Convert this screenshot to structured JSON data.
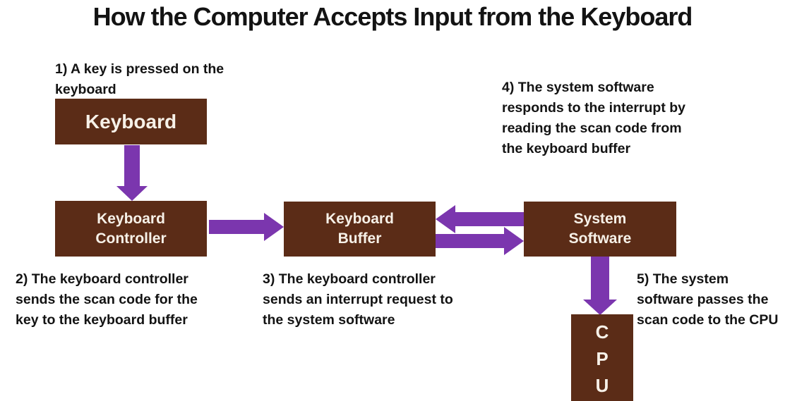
{
  "title": "How the Computer Accepts Input from the Keyboard",
  "colors": {
    "background": "#ffffff",
    "text": "#131313",
    "box_fill": "#5b2c17",
    "box_text": "#f7f1e8",
    "arrow_fill": "#7b36ae"
  },
  "boxes": {
    "keyboard": {
      "label": "Keyboard"
    },
    "keyboard_controller": {
      "lines": [
        "Keyboard",
        "Controller"
      ]
    },
    "keyboard_buffer": {
      "lines": [
        "Keyboard",
        "Buffer"
      ]
    },
    "system_software": {
      "lines": [
        "System",
        "Software"
      ]
    },
    "cpu": {
      "letters": [
        "C",
        "P",
        "U"
      ]
    }
  },
  "annotations": {
    "step1": {
      "lines": [
        "1) A key is pressed on the",
        "keyboard"
      ]
    },
    "step2": {
      "lines": [
        "2) The keyboard controller",
        "sends the scan code for the",
        "key to the keyboard buffer"
      ]
    },
    "step3": {
      "lines": [
        "3) The keyboard controller",
        "sends an interrupt request to",
        "the system software"
      ]
    },
    "step4": {
      "lines": [
        "4) The system software",
        "responds to the interrupt by",
        "reading the scan code from",
        "the keyboard buffer"
      ]
    },
    "step5": {
      "lines": [
        "5) The system",
        "software passes the",
        "scan code to the CPU"
      ]
    }
  },
  "arrows": [
    {
      "name": "keyboard-to-controller",
      "direction": "down"
    },
    {
      "name": "controller-to-buffer",
      "direction": "right"
    },
    {
      "name": "software-to-buffer",
      "direction": "left"
    },
    {
      "name": "buffer-to-software",
      "direction": "right"
    },
    {
      "name": "software-to-cpu",
      "direction": "down"
    }
  ]
}
